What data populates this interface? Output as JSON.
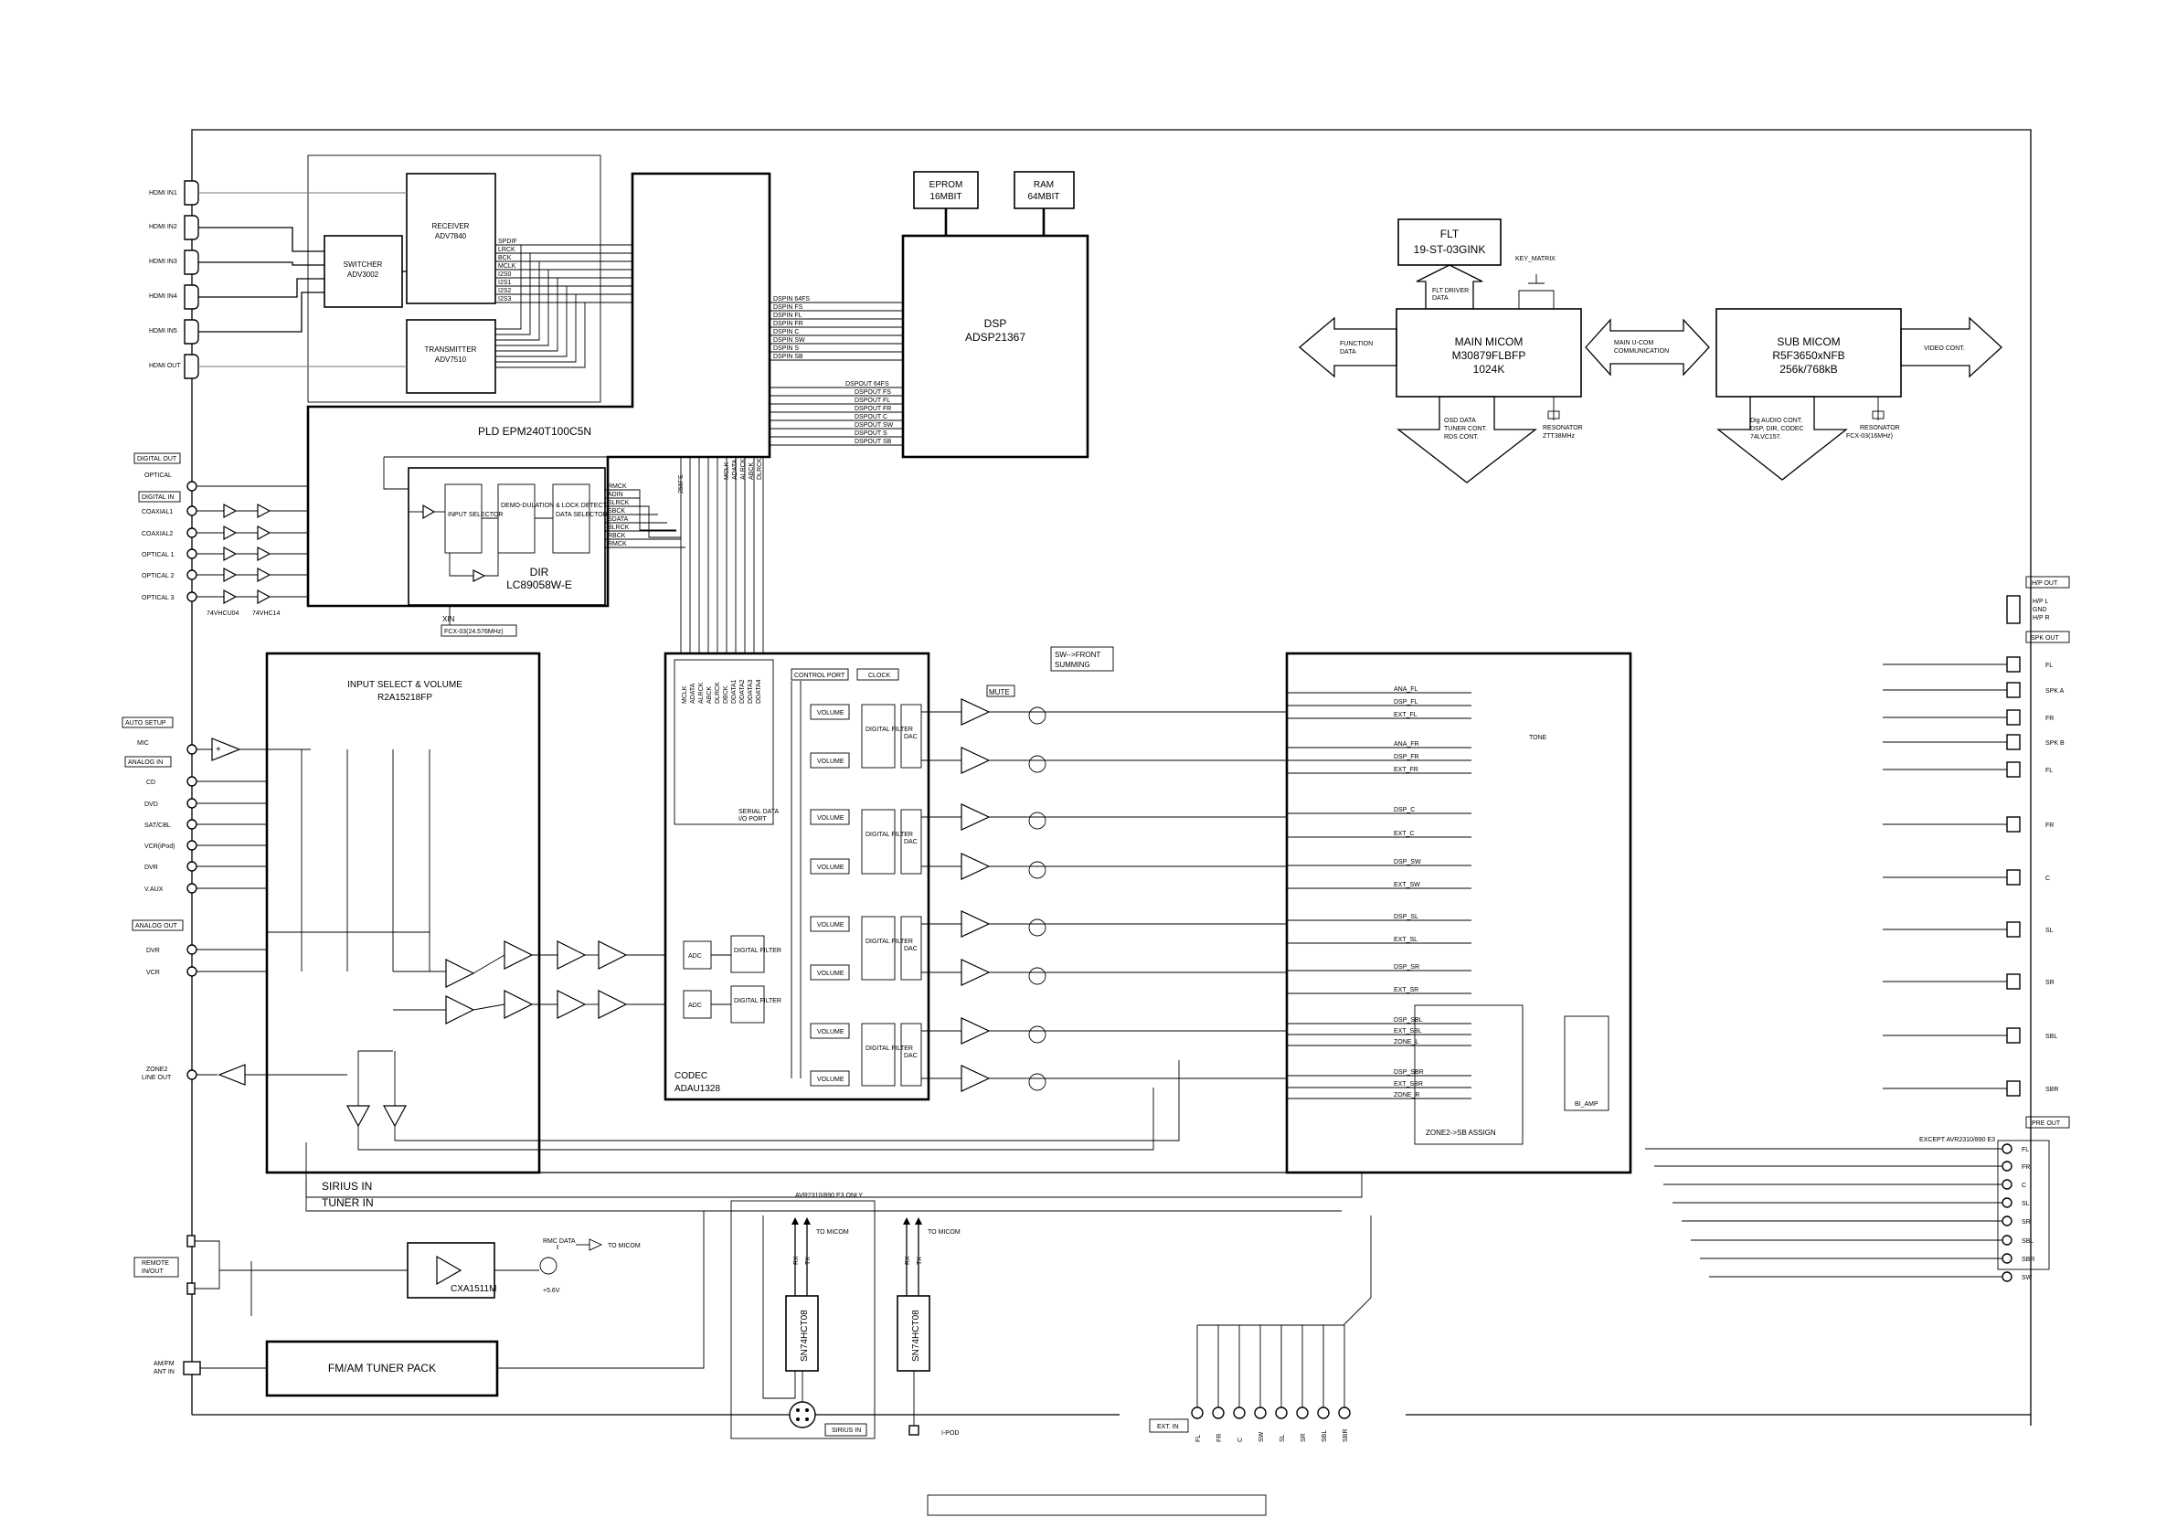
{
  "blocks": {
    "hdmi_inputs": [
      "HDMI IN1",
      "HDMI IN2",
      "HDMI IN3",
      "HDMI IN4",
      "HDMI IN5",
      "HDMI OUT"
    ],
    "switcher": [
      "SWITCHER",
      "ADV3002"
    ],
    "receiver": [
      "RECEIVER",
      "ADV7840"
    ],
    "transmitter": [
      "TRANSMITTER",
      "ADV7510"
    ],
    "receiver_signals": [
      "SPDIF",
      "LRCK",
      "BCK",
      "MCLK",
      "I2S0",
      "I2S1",
      "I2S2",
      "I2S3"
    ],
    "pld": "PLD  EPM240T100C5N",
    "eprom": [
      "EPROM",
      "16MBIT"
    ],
    "ram": [
      "RAM",
      "64MBIT"
    ],
    "dsp": [
      "DSP",
      "ADSP21367"
    ],
    "dspin_signals": [
      "DSPIN  64FS",
      "DSPIN  FS",
      "DSPIN  FL",
      "DSPIN  FR",
      "DSPIN  C",
      "DSPIN  SW",
      "DSPIN  S",
      "DSPIN  SB"
    ],
    "dspout_signals": [
      "DSPOUT 64FS",
      "DSPOUT  FS",
      "DSPOUT  FL",
      "DSPOUT  FR",
      "DSPOUT  C",
      "DSPOUT  SW",
      "DSPOUT  S",
      "DSPOUT  SB"
    ],
    "flt": [
      "FLT",
      "19-ST-03GINK"
    ],
    "flt_driver": [
      "FLT DRIVER",
      "DATA"
    ],
    "key_matrix": "KEY_MATRIX",
    "main_micom": [
      "MAIN MICOM",
      "M30879FLBFP",
      "1024K"
    ],
    "sub_micom": [
      "SUB MICOM",
      "R5F3650xNFB",
      "256k/768kB"
    ],
    "function_data": [
      "FUNCTION",
      "DATA"
    ],
    "main_ucom_comm": [
      "MAIN U-COM",
      "COMMUNICATION"
    ],
    "video_cont": "VIDEO CONT.",
    "osd_data": [
      "OSD DATA",
      "TUNER CONT.",
      "RDS CONT."
    ],
    "resonator_main": [
      "RESONATOR",
      "ZTT38MHz"
    ],
    "dig_audio_cont": [
      "Dig AUDIO CONT.",
      "DSP, DIR, CODEC",
      "74LVC157."
    ],
    "resonator_sub": [
      "RESONATOR",
      "FCX-03(16MHz)"
    ],
    "digital_out_label": "DIGITAL OUT",
    "optical": "OPTICAL",
    "digital_in_label": "DIGITAL IN",
    "digital_inputs": [
      "COAXIAL1",
      "COAXIAL2",
      "OPTICAL 1",
      "OPTICAL 2",
      "OPTICAL 3"
    ],
    "buffer_ics": [
      "74VHCU04",
      "74VHC14"
    ],
    "dir_signals": [
      "RMCK",
      "ADIN",
      "SLRCK",
      "SBCK",
      "SDATA",
      "BLRCK",
      "RBCK",
      "RMCK"
    ],
    "dir_sub": [
      "INPUT SELECTOR",
      "DEMO-DULATION & LOCK DETECT",
      "DATA SELECTOR"
    ],
    "dir": [
      "DIR",
      "LC89058W-E"
    ],
    "xin": "XIN",
    "xin_crystal": "FCX-03(24.576MHz)",
    "bus_labels_v": [
      "256FS",
      "MCLK",
      "ADATA",
      "ALRCK",
      "ABCK",
      "DLRCK",
      "DBCK",
      "DDATA1",
      "DDATA2",
      "DDATA3",
      "DDATA4"
    ],
    "input_select": [
      "INPUT SELECT & VOLUME",
      "R2A15218FP"
    ],
    "auto_setup": "AUTO SETUP",
    "mic": "MIC",
    "analog_in": "ANALOG IN",
    "analog_inputs": [
      "CD",
      "DVD",
      "SAT/CBL",
      "VCR(iPod)",
      "DVR",
      "V.AUX"
    ],
    "analog_out": "ANALOG OUT",
    "analog_outputs": [
      "DVR",
      "VCR"
    ],
    "zone2": [
      "ZONE2",
      "LINE OUT"
    ],
    "codec": [
      "CODEC",
      "ADAU1328"
    ],
    "codec_bus": [
      "MCLK",
      "ADATA",
      "ALRCK",
      "ABCK",
      "DLRCK",
      "DBCK",
      "DDATA1",
      "DDATA2",
      "DDATA3",
      "DDATA4"
    ],
    "serial_data": [
      "SERIAL DATA",
      "I/O PORT"
    ],
    "control_port": "CONTROL PORT",
    "clock": "CLOCK",
    "volume": "VOLUME",
    "digital_filter": "DIGITAL FILTER",
    "dac": "DAC",
    "adc": "ADC",
    "mute": "MUTE",
    "sw_front": [
      "SW-->FRONT",
      "SUMMING"
    ],
    "assign_inputs": [
      "ANA_FL",
      "DSP_FL",
      "EXT_FL",
      "ANA_FR",
      "DSP_FR",
      "EXT_FR",
      "DSP_C",
      "EXT_C",
      "DSP_SW",
      "EXT_SW",
      "DSP_SL",
      "EXT_SL",
      "DSP_SR",
      "EXT_SR",
      "DSP_SBL",
      "EXT_SBL",
      "ZONE_L",
      "DSP_SBR",
      "EXT_SBR",
      "ZONE_R"
    ],
    "tone": "TONE",
    "zone2_sb": "ZONE2->SB ASSIGN",
    "bi_amp": "BI_AMP",
    "hp_out": "H/P OUT",
    "hp_pins": [
      "H/P L",
      "GND",
      "H/P R"
    ],
    "spk_out": "SPK OUT",
    "spk_labels": [
      "FL",
      "SPK A",
      "FR",
      "SPK B",
      "FL",
      "FR",
      "C",
      "SL",
      "SR",
      "SBL",
      "SBR"
    ],
    "except": "EXCEPT AVR2310/890 E3",
    "pre_out": "PRE OUT",
    "pre_labels": [
      "FL",
      "FR",
      "C",
      "SL",
      "SR",
      "SBL",
      "SBR",
      "SW"
    ],
    "sirius_in": "SIRIUS IN",
    "tuner_in": "TUNER IN",
    "remote": [
      "REMOTE",
      "IN/OUT"
    ],
    "cxa": "CXA1511M",
    "rmc_data": "RMC DATA",
    "to_micom": "TO MICOM",
    "plus56": "+5.6V",
    "amfm": [
      "AM/FM",
      "ANT IN"
    ],
    "tuner_pack": "FM/AM TUNER PACK",
    "avr_only": "AVR2310/890 E3 ONLY",
    "rx": "RX",
    "tx": "TX",
    "sn74": "SN74HCT08",
    "sirius_in_box": "SIRIUS IN",
    "ipod": "I-POD",
    "ext_in": "EXT. IN",
    "ext_labels": [
      "FL",
      "FR",
      "C",
      "SW",
      "SL",
      "SR",
      "SBL",
      "SBR"
    ]
  }
}
